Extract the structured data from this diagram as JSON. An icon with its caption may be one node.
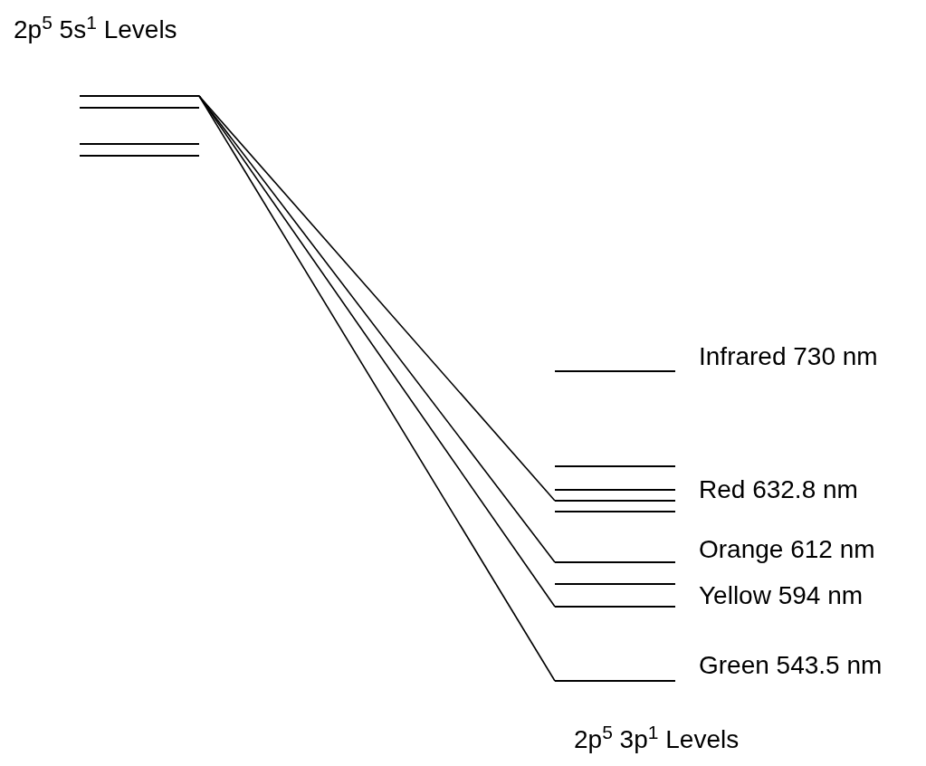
{
  "diagram": {
    "nodes": [
      {
        "text": [],
        "shape": "bar"
      },
      {
        "text": [],
        "shape": "bar"
      },
      {
        "text": [],
        "shape": "bar"
      },
      {
        "text": [],
        "shape": "bar"
      },
      {
        "text": [],
        "shape": "bar"
      },
      {
        "text": [],
        "shape": "bar"
      },
      {
        "text": [],
        "shape": "bar"
      },
      {
        "text": [],
        "shape": "bar"
      },
      {
        "text": [],
        "shape": "bar"
      },
      {
        "text": [],
        "shape": "bar"
      },
      {
        "text": [],
        "shape": "bar"
      },
      {
        "text": [],
        "shape": "bar"
      },
      {
        "text": [],
        "shape": "bar"
      }
    ],
    "edges": [
      {
        "from": 0,
        "to": 7,
        "arrow": "none"
      },
      {
        "from": 0,
        "to": 9,
        "arrow": "none"
      },
      {
        "from": 0,
        "to": 11,
        "arrow": "none"
      },
      {
        "from": 0,
        "to": 12,
        "arrow": "none"
      }
    ],
    "labels": [
      "2p$^{5}$ 5s$^{1}$ Levels",
      "Infrared 730 nm",
      "Red 632.8 nm",
      "Orange 612 nm",
      "Yellow 594 nm",
      "Green 543.5 nm",
      "2p$^{5}$ 3p$^{1}$ Levels"
    ]
  }
}
